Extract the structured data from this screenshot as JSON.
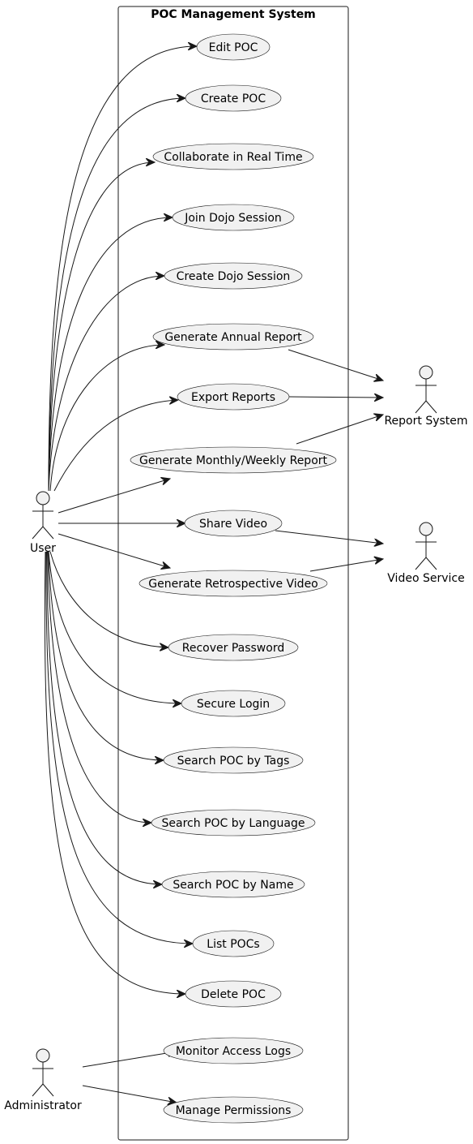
{
  "system": {
    "title": "POC Management System"
  },
  "actors": [
    {
      "id": "user",
      "label": "User"
    },
    {
      "id": "administrator",
      "label": "Administrator"
    },
    {
      "id": "report_system",
      "label": "Report System"
    },
    {
      "id": "video_service",
      "label": "Video Service"
    }
  ],
  "use_cases": [
    {
      "id": "edit_poc",
      "label": "Edit POC"
    },
    {
      "id": "create_poc",
      "label": "Create POC"
    },
    {
      "id": "collaborate",
      "label": "Collaborate in Real Time"
    },
    {
      "id": "join_dojo",
      "label": "Join Dojo Session"
    },
    {
      "id": "create_dojo",
      "label": "Create Dojo Session"
    },
    {
      "id": "annual_report",
      "label": "Generate Annual Report"
    },
    {
      "id": "export_reports",
      "label": "Export Reports"
    },
    {
      "id": "monthly_report",
      "label": "Generate Monthly/Weekly Report"
    },
    {
      "id": "share_video",
      "label": "Share Video"
    },
    {
      "id": "retro_video",
      "label": "Generate Retrospective Video"
    },
    {
      "id": "recover_password",
      "label": "Recover Password"
    },
    {
      "id": "secure_login",
      "label": "Secure Login"
    },
    {
      "id": "search_tags",
      "label": "Search POC by Tags"
    },
    {
      "id": "search_language",
      "label": "Search POC by Language"
    },
    {
      "id": "search_name",
      "label": "Search POC by Name"
    },
    {
      "id": "list_pocs",
      "label": "List POCs"
    },
    {
      "id": "delete_poc",
      "label": "Delete POC"
    },
    {
      "id": "monitor_logs",
      "label": "Monitor Access Logs"
    },
    {
      "id": "manage_permissions",
      "label": "Manage Permissions"
    }
  ],
  "associations": [
    {
      "from": "user",
      "to": "edit_poc"
    },
    {
      "from": "user",
      "to": "create_poc"
    },
    {
      "from": "user",
      "to": "collaborate"
    },
    {
      "from": "user",
      "to": "join_dojo"
    },
    {
      "from": "user",
      "to": "create_dojo"
    },
    {
      "from": "user",
      "to": "annual_report"
    },
    {
      "from": "user",
      "to": "export_reports"
    },
    {
      "from": "user",
      "to": "monthly_report"
    },
    {
      "from": "user",
      "to": "share_video"
    },
    {
      "from": "user",
      "to": "retro_video"
    },
    {
      "from": "user",
      "to": "recover_password"
    },
    {
      "from": "user",
      "to": "secure_login"
    },
    {
      "from": "user",
      "to": "search_tags"
    },
    {
      "from": "user",
      "to": "search_language"
    },
    {
      "from": "user",
      "to": "search_name"
    },
    {
      "from": "user",
      "to": "list_pocs"
    },
    {
      "from": "user",
      "to": "delete_poc"
    },
    {
      "from": "administrator",
      "to": "monitor_logs"
    },
    {
      "from": "administrator",
      "to": "manage_permissions"
    },
    {
      "from": "annual_report",
      "to": "report_system"
    },
    {
      "from": "export_reports",
      "to": "report_system"
    },
    {
      "from": "monthly_report",
      "to": "report_system"
    },
    {
      "from": "share_video",
      "to": "video_service"
    },
    {
      "from": "retro_video",
      "to": "video_service"
    }
  ]
}
